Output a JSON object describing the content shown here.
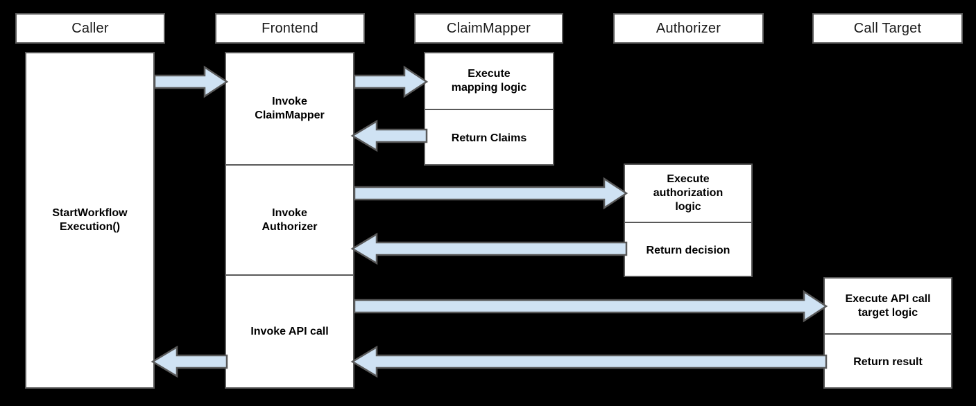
{
  "diagram": {
    "type": "sequence-diagram",
    "title": "",
    "colors": {
      "background": "#000000",
      "box_fill": "#ffffff",
      "box_border": "#595959",
      "arrow_fill": "#cfe2f3",
      "arrow_border": "#595959",
      "text": "#000000"
    },
    "lifelines": [
      {
        "id": "caller",
        "label": "Caller"
      },
      {
        "id": "frontend",
        "label": "Frontend"
      },
      {
        "id": "claimmapper",
        "label": "ClaimMapper"
      },
      {
        "id": "authorizer",
        "label": "Authorizer"
      },
      {
        "id": "calltarget",
        "label": "Call Target"
      }
    ],
    "activations": [
      {
        "lifeline": "caller",
        "segments": [
          {
            "label": "StartWorkflow\nExecution()"
          }
        ]
      },
      {
        "lifeline": "frontend",
        "segments": [
          {
            "label": "Invoke\nClaimMapper"
          },
          {
            "label": "Invoke\nAuthorizer"
          },
          {
            "label": "Invoke API call"
          }
        ]
      },
      {
        "lifeline": "claimmapper",
        "segments": [
          {
            "label": "Execute\nmapping logic"
          },
          {
            "label": "Return Claims"
          }
        ]
      },
      {
        "lifeline": "authorizer",
        "segments": [
          {
            "label": "Execute\nauthorization\nlogic"
          },
          {
            "label": "Return decision"
          }
        ]
      },
      {
        "lifeline": "calltarget",
        "segments": [
          {
            "label": "Execute API call\ntarget logic"
          },
          {
            "label": "Return result"
          }
        ]
      }
    ],
    "messages": [
      {
        "id": "m1",
        "from": "caller",
        "to": "frontend",
        "direction": "right",
        "label": ""
      },
      {
        "id": "m2",
        "from": "frontend",
        "to": "claimmapper",
        "direction": "right",
        "label": ""
      },
      {
        "id": "m3",
        "from": "claimmapper",
        "to": "frontend",
        "direction": "left",
        "label": ""
      },
      {
        "id": "m4",
        "from": "frontend",
        "to": "authorizer",
        "direction": "right",
        "label": ""
      },
      {
        "id": "m5",
        "from": "authorizer",
        "to": "frontend",
        "direction": "left",
        "label": ""
      },
      {
        "id": "m6",
        "from": "frontend",
        "to": "calltarget",
        "direction": "right",
        "label": ""
      },
      {
        "id": "m7",
        "from": "calltarget",
        "to": "frontend",
        "direction": "left",
        "label": ""
      },
      {
        "id": "m8",
        "from": "frontend",
        "to": "caller",
        "direction": "left",
        "label": ""
      }
    ]
  }
}
